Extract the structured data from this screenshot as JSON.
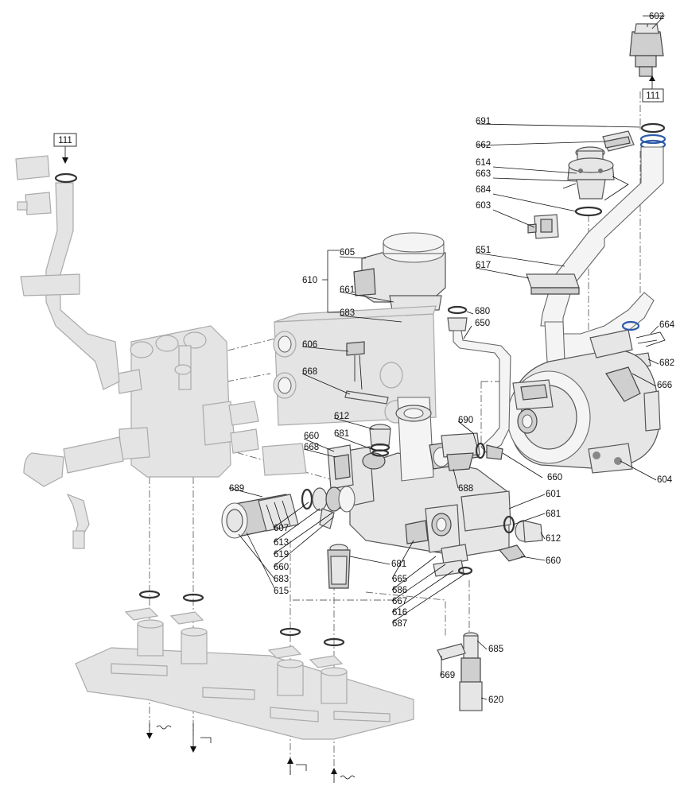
{
  "callouts": [
    {
      "id": "c602",
      "text": "602"
    },
    {
      "id": "c691",
      "text": "691"
    },
    {
      "id": "c662",
      "text": "662"
    },
    {
      "id": "c614",
      "text": "614"
    },
    {
      "id": "c663",
      "text": "663"
    },
    {
      "id": "c684",
      "text": "684"
    },
    {
      "id": "c603",
      "text": "603"
    },
    {
      "id": "c651",
      "text": "651"
    },
    {
      "id": "c617",
      "text": "617"
    },
    {
      "id": "c605",
      "text": "605"
    },
    {
      "id": "c610",
      "text": "610"
    },
    {
      "id": "c661",
      "text": "661"
    },
    {
      "id": "c683a",
      "text": "683"
    },
    {
      "id": "c680",
      "text": "680"
    },
    {
      "id": "c650",
      "text": "650"
    },
    {
      "id": "c606",
      "text": "606"
    },
    {
      "id": "c668a",
      "text": "668"
    },
    {
      "id": "c664",
      "text": "664"
    },
    {
      "id": "c682",
      "text": "682"
    },
    {
      "id": "c666",
      "text": "666"
    },
    {
      "id": "c612a",
      "text": "612"
    },
    {
      "id": "c690",
      "text": "690"
    },
    {
      "id": "c681a",
      "text": "681"
    },
    {
      "id": "c660a",
      "text": "660"
    },
    {
      "id": "c668b",
      "text": "668"
    },
    {
      "id": "c660b",
      "text": "660"
    },
    {
      "id": "c604",
      "text": "604"
    },
    {
      "id": "c688",
      "text": "688"
    },
    {
      "id": "c689",
      "text": "689"
    },
    {
      "id": "c601",
      "text": "601"
    },
    {
      "id": "c681b",
      "text": "681"
    },
    {
      "id": "c612b",
      "text": "612"
    },
    {
      "id": "c607",
      "text": "607"
    },
    {
      "id": "c613",
      "text": "613"
    },
    {
      "id": "c619",
      "text": "619"
    },
    {
      "id": "c660c",
      "text": "660"
    },
    {
      "id": "c683b",
      "text": "683"
    },
    {
      "id": "c615",
      "text": "615"
    },
    {
      "id": "c681c",
      "text": "681"
    },
    {
      "id": "c660d",
      "text": "660"
    },
    {
      "id": "c665",
      "text": "665"
    },
    {
      "id": "c686",
      "text": "686"
    },
    {
      "id": "c667",
      "text": "667"
    },
    {
      "id": "c616",
      "text": "616"
    },
    {
      "id": "c687",
      "text": "687"
    },
    {
      "id": "c685",
      "text": "685"
    },
    {
      "id": "c669",
      "text": "669"
    },
    {
      "id": "c620",
      "text": "620"
    }
  ],
  "boxes": [
    {
      "id": "b111a",
      "text": "111"
    },
    {
      "id": "b111b",
      "text": "111"
    }
  ]
}
